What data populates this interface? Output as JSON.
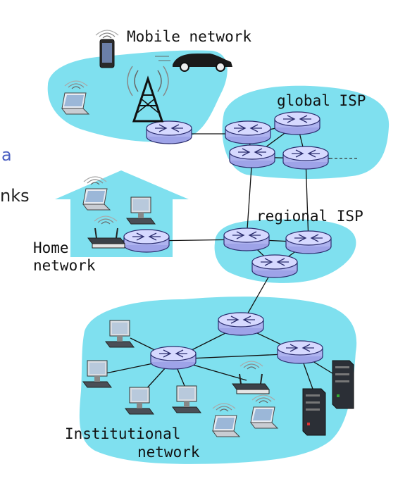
{
  "labels": {
    "mobile_network": "Mobile network",
    "global_isp": "global ISP",
    "regional_isp": "regional ISP",
    "home_network_line1": "Home",
    "home_network_line2": "network",
    "institutional_line1": "Institutional",
    "institutional_line2": "network"
  },
  "slide_fragments": {
    "blue_letter": "a",
    "black_text": "nks"
  },
  "colors": {
    "cloud": "#7fe0ef",
    "router_fill": "#cfd3ff",
    "router_stroke": "#2b2d6e",
    "link": "#111111",
    "slide_blue": "#4a5fc1"
  },
  "icons": {
    "router": "router-icon",
    "laptop": "laptop-icon",
    "desktop": "desktop-icon",
    "phone": "smartphone-icon",
    "car": "car-icon",
    "tower": "cell-tower-icon",
    "wifi_ap": "wireless-access-point-icon",
    "server": "server-icon"
  }
}
